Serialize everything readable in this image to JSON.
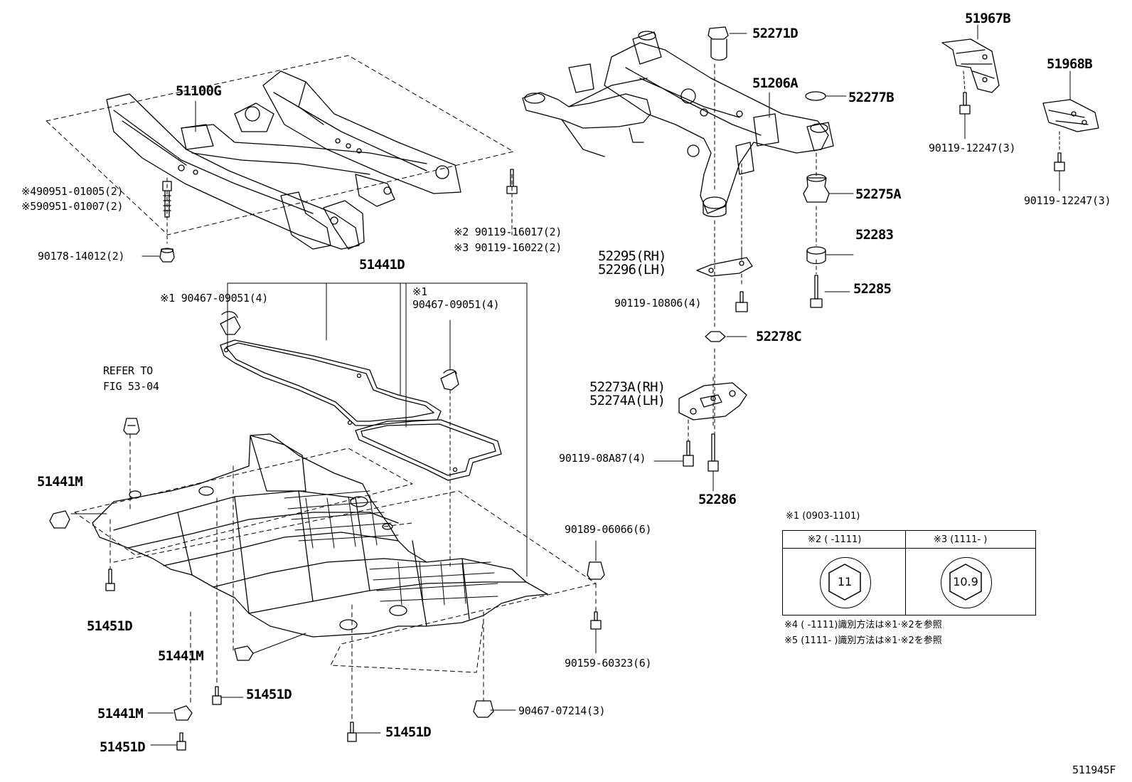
{
  "labels": {
    "p51100G": "51100G",
    "p51441D": "51441D",
    "p51206A": "51206A",
    "p52271D": "52271D",
    "p52277B": "52277B",
    "p52275A": "52275A",
    "p52283": "52283",
    "p52285": "52285",
    "p52278C": "52278C",
    "p52286": "52286",
    "p51967B": "51967B",
    "p51968B": "51968B",
    "p51441M_a": "51441M",
    "p51441M_b": "51441M",
    "p51441M_c": "51441M",
    "p51451D_a": "51451D",
    "p51451D_b": "51451D",
    "p51451D_c": "51451D",
    "p51451D_d": "51451D"
  },
  "callouts": {
    "c4_90951": "※490951-01005(2)",
    "c5_90951": "※590951-01007(2)",
    "c_90178": "90178-14012(2)",
    "c2_90119": "※2 90119-16017(2)",
    "c3_90119": "※3 90119-16022(2)",
    "c1_90467_left": "※1 90467-09051(4)",
    "c1_mark_right": "※1",
    "c_90467_right": "90467-09051(4)",
    "refer_to": "REFER TO",
    "fig": "FIG 53-04",
    "c_52295": "52295(RH)",
    "c_52296": "52296(LH)",
    "c_90119_10806": "90119-10806(4)",
    "c_52273": "52273A(RH)",
    "c_52274": "52274A(LH)",
    "c_90119_08A87": "90119-08A87(4)",
    "c_90119_12247_a": "90119-12247(3)",
    "c_90119_12247_b": "90119-12247(3)",
    "c_90189": "90189-06066(6)",
    "c_90159": "90159-60323(6)",
    "c_90467_07214": "90467-07214(3)",
    "figure_id": "511945F"
  },
  "legend": {
    "title": "※1 (0903-1101)",
    "col1_header": "※2 (   -1111)",
    "col2_header": "※3 (1111-   )",
    "bolt1_mark": "11",
    "bolt2_mark": "10.9",
    "note4": "※4 (   -1111)識別方法は※1·※2を参照",
    "note5": "※5 (1111-   )識別方法は※1·※2を参照"
  }
}
